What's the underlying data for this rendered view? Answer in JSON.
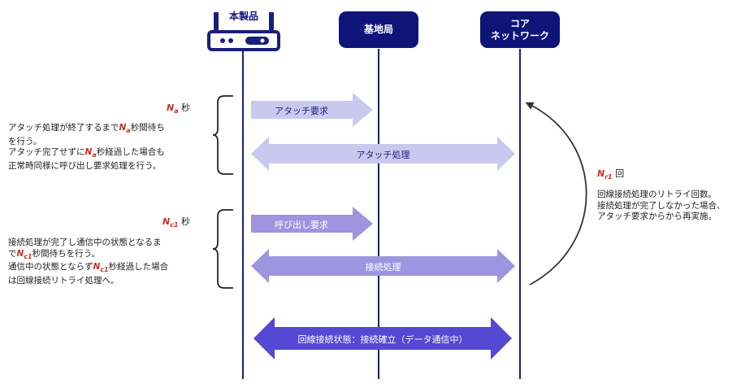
{
  "lifelines": {
    "device": "本製品",
    "base_station": "基地局",
    "core_network": [
      "コア",
      "ネットワーク"
    ]
  },
  "attach_phase": {
    "timer_param": "N",
    "timer_sub": "a",
    "timer_unit": "秒",
    "request_label": "アタッチ要求",
    "process_label": "アタッチ処理",
    "desc_1a": "アタッチ処理が終了するまで",
    "desc_1b": "秒間待ち",
    "desc_2": "を行う。",
    "desc_3a": "アタッチ完了せずに",
    "desc_3b": "秒経過した場合も",
    "desc_4": "正常時同様に呼び出し要求処理を行う。"
  },
  "call_phase": {
    "timer_param": "N",
    "timer_sub": "c1",
    "timer_unit": "秒",
    "request_label": "呼び出し要求",
    "process_label": "接続処理",
    "desc_1": "接続処理が完了し通信中の状態となるま",
    "desc_2a": "で",
    "desc_2b": "秒間待ちを行う。",
    "desc_3a": "通信中の状態とならず",
    "desc_3b": "秒経過した場合",
    "desc_4": "は回線接続リトライ処理へ。"
  },
  "retry": {
    "param": "N",
    "param_sub": "r1",
    "unit": "回",
    "desc_1": "回線接続処理のリトライ回数。",
    "desc_2": "接続処理が完了しなかった場合、",
    "desc_3": "アタッチ要求からから再実施。"
  },
  "established_label": "回線接続状態：接続確立（データ通信中）",
  "colors": {
    "header": "#0f1478",
    "lifeline": "#1a1f7a",
    "attach_arrow": "#c9c9ef",
    "call_arrow": "#9e94e0",
    "established_arrow": "#5548d2",
    "param": "#c8321e"
  }
}
